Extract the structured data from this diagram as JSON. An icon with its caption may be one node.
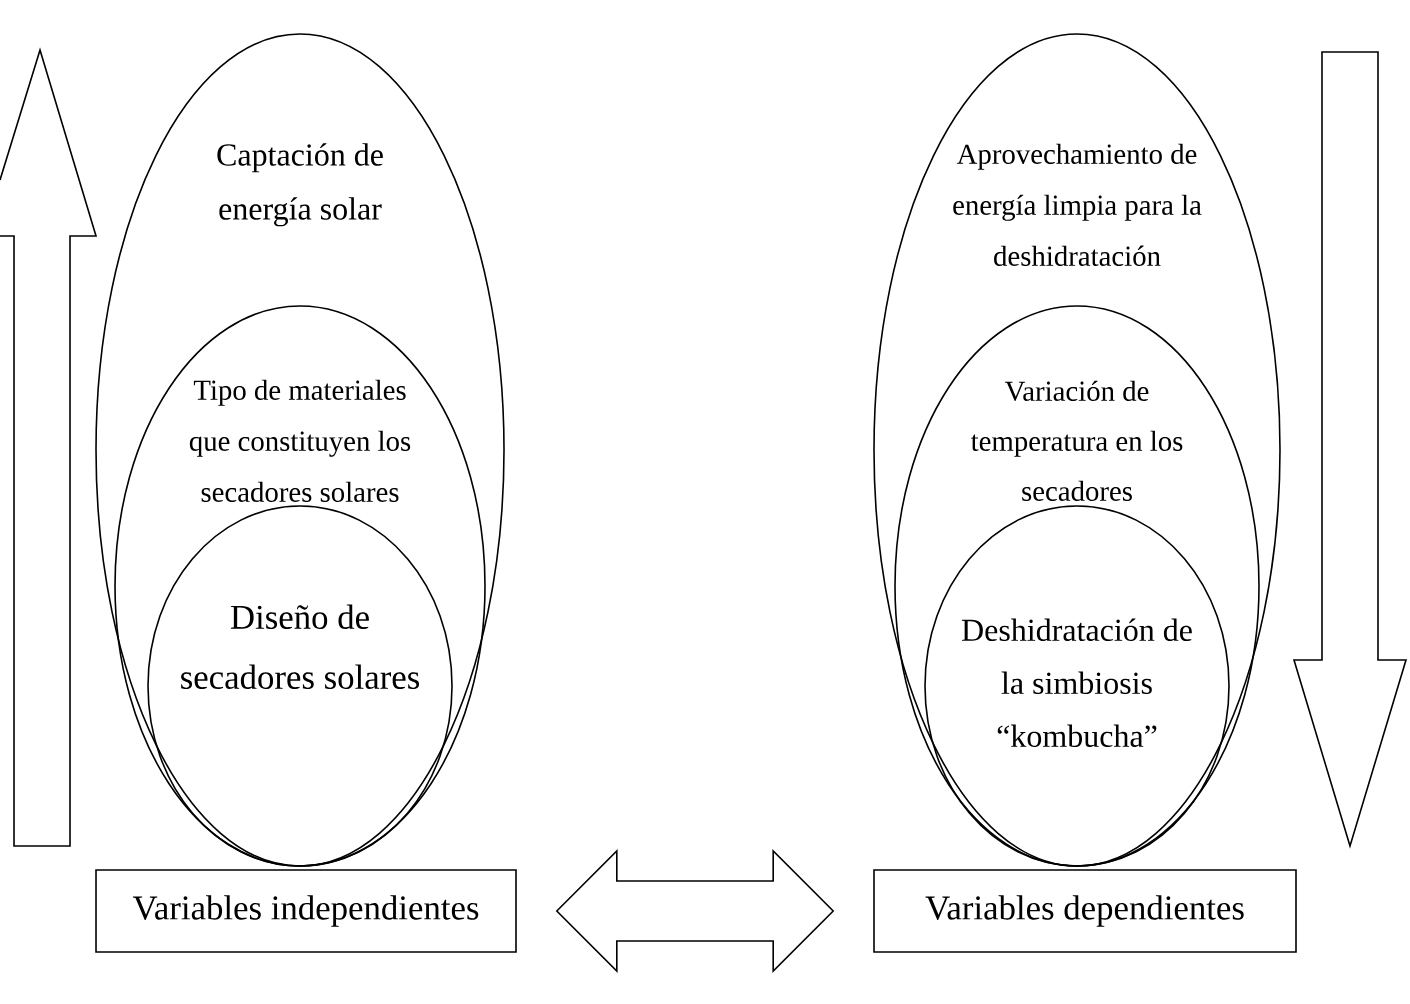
{
  "diagram": {
    "nodes": [
      {
        "text": [
          "Captación de energía solar"
        ]
      },
      {
        "text": [
          "Tipo de materiales que constituyen los secadores solares"
        ],
        "in": 0
      },
      {
        "text": [
          "Diseño de secadores solares"
        ],
        "in": 1
      },
      {
        "text": [
          "Variables independientes"
        ]
      },
      {
        "text": [
          "Aprovechamiento de energía limpia para la deshidratación"
        ]
      },
      {
        "text": [
          "Variación de temperatura en los secadores"
        ],
        "in": 4
      },
      {
        "text": [
          "Deshidratación de la simbiosis “kombucha”"
        ],
        "in": 5
      },
      {
        "text": [
          "Variables dependientes"
        ]
      }
    ],
    "edges": [
      {
        "from": 3,
        "to": 7,
        "arrow": "both"
      }
    ]
  }
}
